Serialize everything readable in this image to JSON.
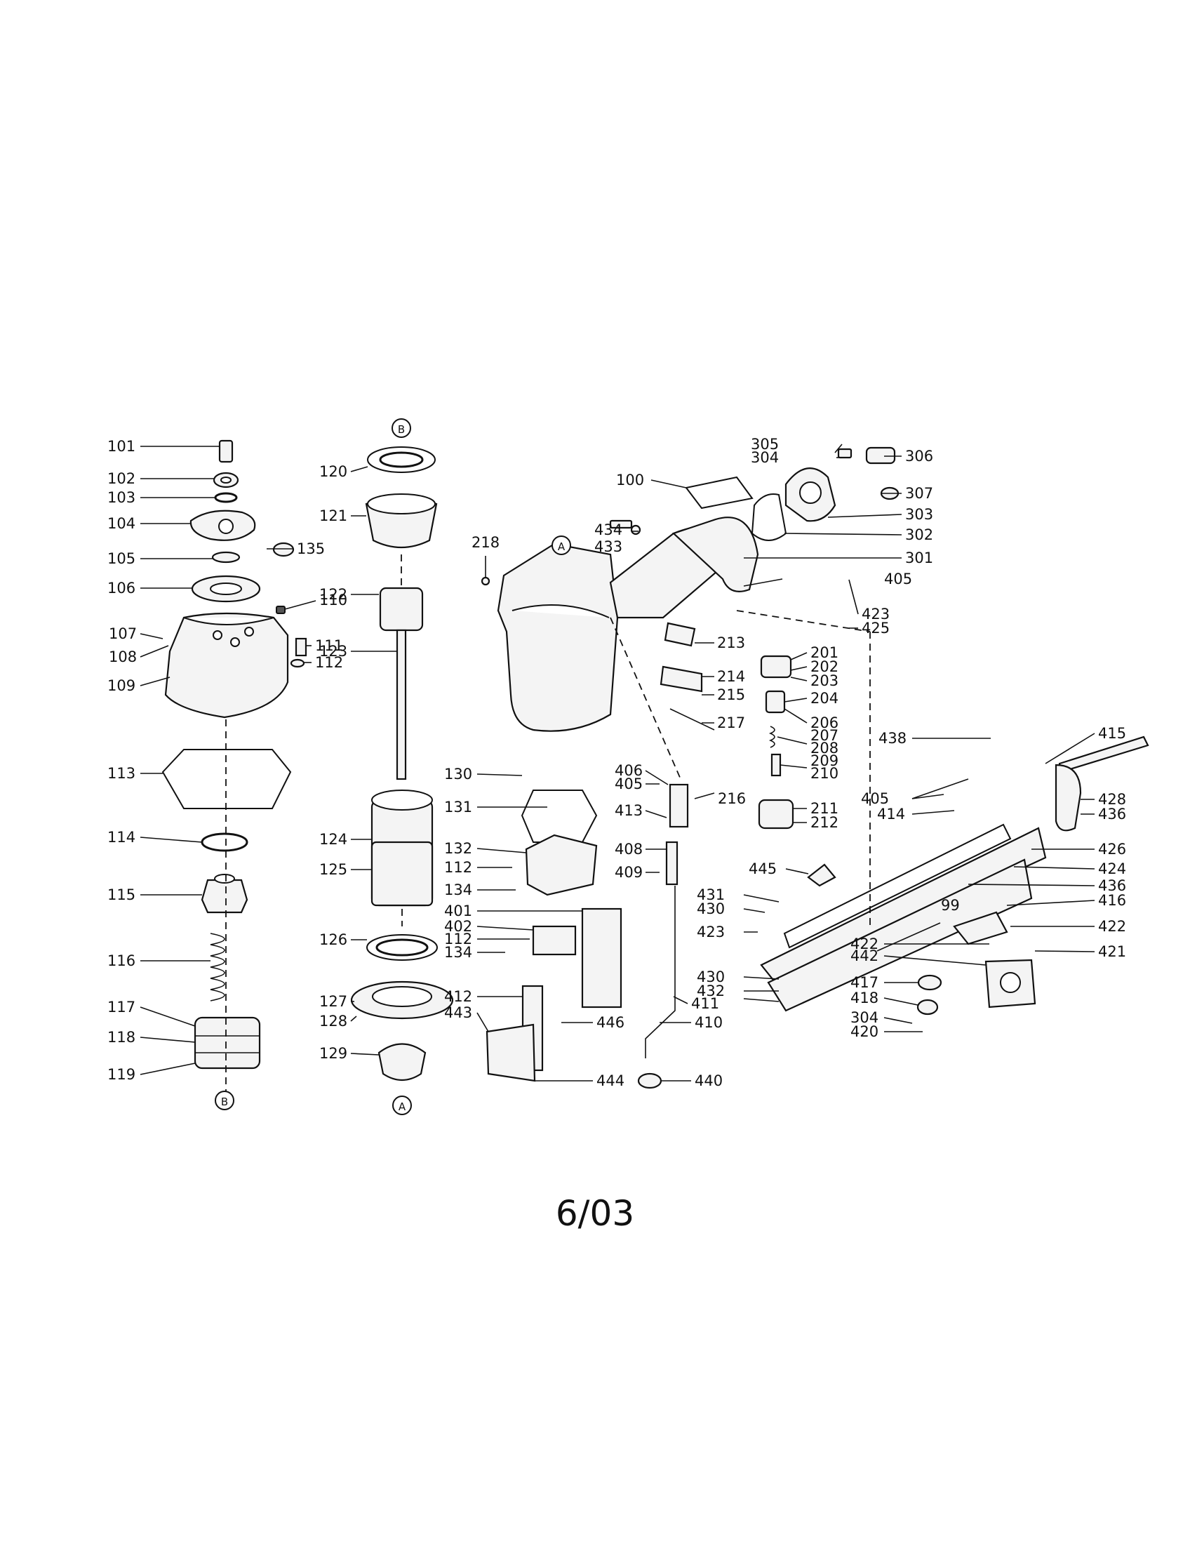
{
  "revision_date": "6/03",
  "connector_letters": [
    "B",
    "B",
    "A",
    "A",
    "A"
  ],
  "callouts": [
    "101",
    "102",
    "103",
    "104",
    "105",
    "106",
    "107",
    "108",
    "109",
    "110",
    "111",
    "112",
    "113",
    "114",
    "115",
    "116",
    "117",
    "118",
    "119",
    "135",
    "120",
    "121",
    "122",
    "123",
    "124",
    "125",
    "126",
    "127",
    "128",
    "129",
    "218",
    "434",
    "433",
    "100",
    "305",
    "304",
    "306",
    "307",
    "303",
    "302",
    "301",
    "405",
    "423",
    "425",
    "213",
    "214",
    "215",
    "217",
    "201",
    "202",
    "203",
    "204",
    "206",
    "207",
    "208",
    "209",
    "210",
    "211",
    "212",
    "130",
    "131",
    "132",
    "112",
    "134",
    "401",
    "402",
    "112",
    "134",
    "412",
    "443",
    "446",
    "444",
    "406",
    "405",
    "216",
    "413",
    "408",
    "409",
    "411",
    "410",
    "440",
    "438",
    "415",
    "405",
    "414",
    "428",
    "436",
    "426",
    "424",
    "436",
    "445",
    "431",
    "430",
    "99",
    "416",
    "423",
    "422",
    "422",
    "442",
    "421",
    "430",
    "432",
    "417",
    "418",
    "304",
    "420"
  ]
}
